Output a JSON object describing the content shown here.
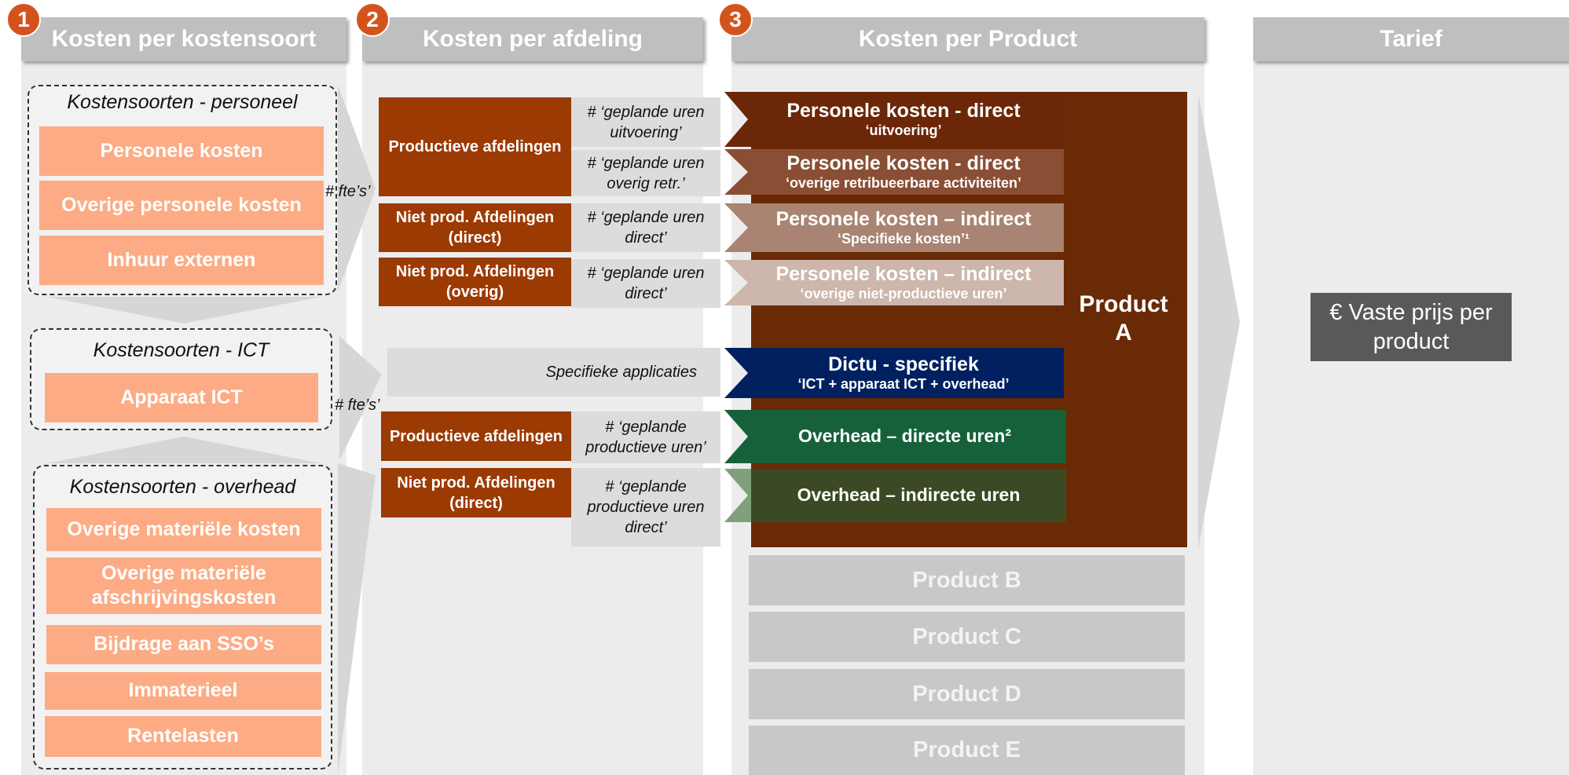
{
  "columns": {
    "c1": {
      "badge": "1",
      "title": "Kosten per kostensoort"
    },
    "c2": {
      "badge": "2",
      "title": "Kosten per afdeling"
    },
    "c3": {
      "badge": "3",
      "title": "Kosten per Product"
    },
    "c4": {
      "title": "Tarief"
    }
  },
  "groups": {
    "personeel": {
      "title": "Kostensoorten - personeel",
      "items": [
        "Personele kosten",
        "Overige personele kosten",
        "Inhuur externen"
      ]
    },
    "ict": {
      "title": "Kostensoorten - ICT",
      "items": [
        "Apparaat ICT"
      ]
    },
    "overhead": {
      "title": "Kostensoorten - overhead",
      "items": [
        "Overige materiële kosten",
        "Overige materiële afschrijvingskosten",
        "Bijdrage aan SSO’s",
        "Immaterieel",
        "Rentelasten"
      ]
    }
  },
  "fte_labels": [
    "# fte’s’",
    "# fte’s’"
  ],
  "departments": [
    {
      "label": "Productieve afdelingen",
      "color": "#9c3a04"
    },
    {
      "label": "Niet prod. Afdelingen (direct)",
      "color": "#9c3a04"
    },
    {
      "label": "Niet prod. Afdelingen (overig)",
      "color": "#9c3a04"
    },
    {
      "label": "Productieve afdelingen",
      "color": "#9c3a04"
    },
    {
      "label": "Niet prod. Afdelingen (direct)",
      "color": "#9c3a04"
    }
  ],
  "drivers": [
    "# ‘geplande uren uitvoering’",
    "# ‘geplande uren overig retr.’",
    "# ‘geplande uren direct’",
    "# ‘geplande uren direct’",
    "Specifieke applicaties",
    "# ‘geplande productieve uren’",
    "# ‘geplande productieve uren direct’"
  ],
  "cost_blocks": [
    {
      "title": "Personele kosten - direct",
      "sub": "‘uitvoering’",
      "color": "#6b2707"
    },
    {
      "title": "Personele kosten - direct",
      "sub": "‘overige retribueerbare activiteiten’",
      "color": "#8a4e34"
    },
    {
      "title": "Personele kosten – indirect",
      "sub": "‘Specifieke kosten’¹",
      "color": "#a98472"
    },
    {
      "title": "Personele kosten – indirect",
      "sub": "‘overige niet-productieve uren’",
      "color": "#cdb6ab"
    },
    {
      "title": "Dictu - specifiek",
      "sub": "‘ICT + apparaat ICT + overhead’",
      "color": "#002060"
    },
    {
      "title": "Overhead –  directe uren²",
      "sub": "",
      "color": "#17613a"
    },
    {
      "title": "Overhead – indirecte uren",
      "sub": "",
      "color": "#3b4a24"
    }
  ],
  "product_a": {
    "label": "Product A",
    "color": "#692a05"
  },
  "other_products": [
    "Product B",
    "Product C",
    "Product D",
    "Product E"
  ],
  "tarief": {
    "label": "€ Vaste prijs per product",
    "color": "#595959"
  },
  "colors": {
    "accent": "#d4531c",
    "salmon": "#fcab84",
    "header": "#bfbfbf",
    "column_bg": "#ececec"
  }
}
